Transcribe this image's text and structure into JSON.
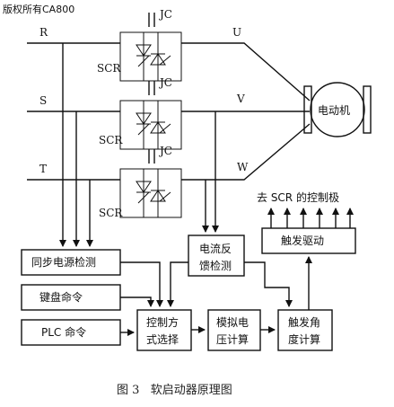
{
  "watermark": "版权所有CA800",
  "phases_in": [
    "R",
    "S",
    "T"
  ],
  "phases_out": [
    "U",
    "V",
    "W"
  ],
  "contactor_label": "JC",
  "scr_label": "SCR",
  "motor_label": "电动机",
  "blocks": {
    "sync": "同步电源检测",
    "keyboard": "键盘命令",
    "plc": "PLC 命令",
    "select_line1": "控制方",
    "select_line2": "式选择",
    "current_line1": "电流反",
    "current_line2": "馈检测",
    "analog_line1": "模拟电",
    "analog_line2": "压计算",
    "trigger_angle_line1": "触发角",
    "trigger_angle_line2": "度计算",
    "trigger_drive": "触发驱动"
  },
  "gate_label": "去 SCR 的控制极",
  "caption": "图 3   软启动器原理图"
}
